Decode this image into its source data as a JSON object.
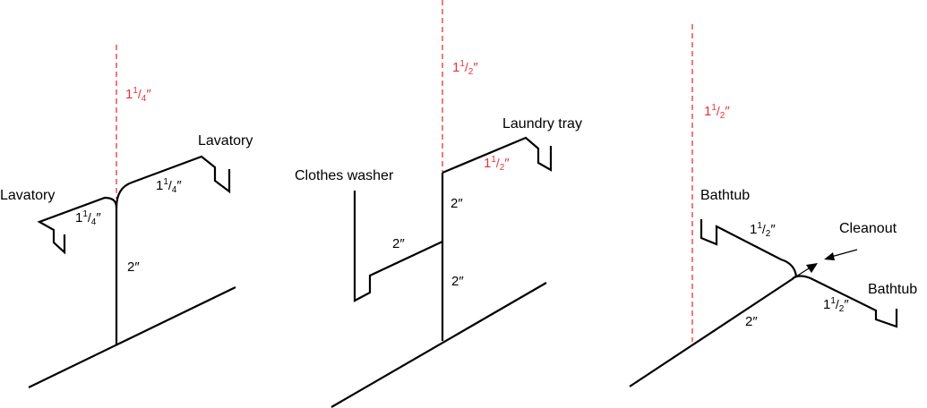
{
  "colors": {
    "pipe": "#000000",
    "vent": "#e8323a",
    "background": "#ffffff"
  },
  "diagrams": [
    {
      "name": "two-lavatories",
      "vent_size": {
        "whole": "1",
        "num": "1",
        "den": "4",
        "unit": "″"
      },
      "fixtures": [
        {
          "label": "Lavatory"
        },
        {
          "label": "Lavatory"
        }
      ],
      "branch_sizes": [
        {
          "whole": "1",
          "num": "1",
          "den": "4",
          "unit": "″"
        },
        {
          "whole": "1",
          "num": "1",
          "den": "4",
          "unit": "″"
        }
      ],
      "stack_size": "2″"
    },
    {
      "name": "laundry-and-washer",
      "vent_size": {
        "whole": "1",
        "num": "1",
        "den": "2",
        "unit": "″"
      },
      "fixtures": [
        {
          "label": "Laundry tray"
        },
        {
          "label": "Clothes washer"
        }
      ],
      "laundry_branch_size": {
        "whole": "1",
        "num": "1",
        "den": "2",
        "unit": "″"
      },
      "washer_branch_size": "2″",
      "stack_upper_size": "2″",
      "stack_lower_size": "2″"
    },
    {
      "name": "two-bathtubs",
      "vent_size": {
        "whole": "1",
        "num": "1",
        "den": "2",
        "unit": "″"
      },
      "fixtures": [
        {
          "label": "Bathtub"
        },
        {
          "label": "Bathtub"
        }
      ],
      "branch_sizes": [
        {
          "whole": "1",
          "num": "1",
          "den": "2",
          "unit": "″"
        },
        {
          "whole": "1",
          "num": "1",
          "den": "2",
          "unit": "″"
        }
      ],
      "drain_size": "2″",
      "cleanout_label": "Cleanout"
    }
  ]
}
